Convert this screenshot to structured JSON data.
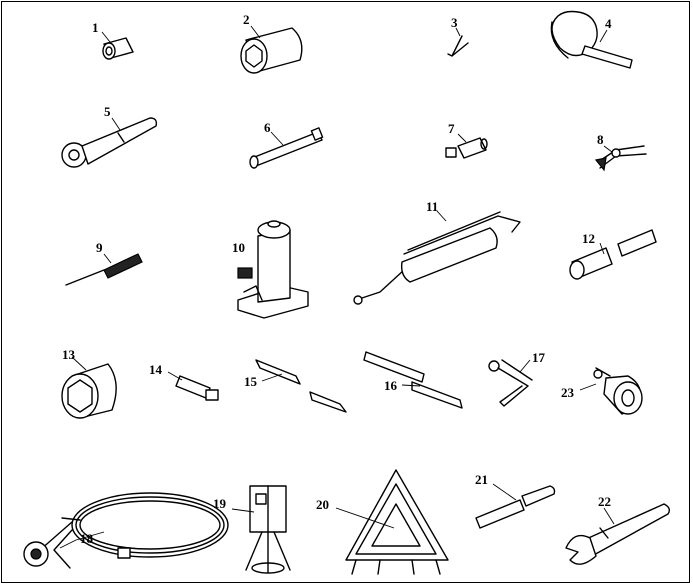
{
  "figure": {
    "callouts": [
      "1",
      "2",
      "3",
      "4",
      "5",
      "6",
      "7",
      "8",
      "9",
      "10",
      "11",
      "12",
      "13",
      "14",
      "15",
      "16",
      "17",
      "18",
      "19",
      "20",
      "21",
      "22",
      "23"
    ]
  },
  "icons": [
    "socket-small-icon",
    "socket-large-icon",
    "hex-key-icon",
    "strap-wrench-icon",
    "ratchet-handle-icon",
    "extension-bar-icon",
    "adapter-icon",
    "pliers-icon",
    "screwdriver-icon",
    "hydraulic-jack-icon",
    "grease-gun-icon",
    "plug-socket-icon",
    "hex-socket-icon",
    "adapter-small-icon",
    "tyre-levers-icon",
    "tyre-levers-long-icon",
    "crank-handle-icon",
    "jump-lead-icon",
    "lamp-icon",
    "warning-triangle-icon",
    "extension-bar-2-icon",
    "adjustable-wrench-icon",
    "hub-puller-icon"
  ]
}
